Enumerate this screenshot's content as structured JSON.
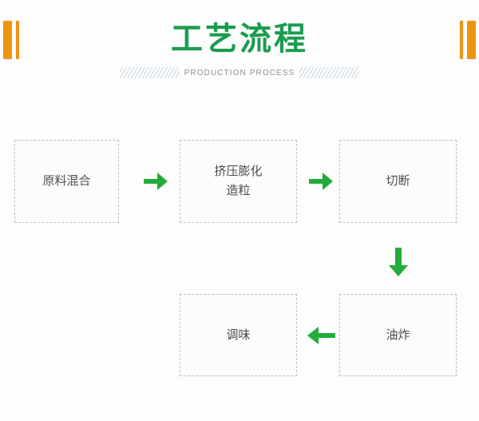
{
  "header": {
    "title": "工艺流程",
    "subtitle": "PRODUCTION PROCESS",
    "title_color": "#1B9C4F",
    "accent_bar_color": "#EE9410",
    "subtitle_color": "#8a9299",
    "hatch_color": "#b9cfdd"
  },
  "diagram": {
    "type": "flowchart",
    "arrow_color": "#22AC38",
    "node_border_color": "#c0c0c0",
    "node_text_color": "#4d4d4d",
    "background": "#fdfdfd",
    "nodes": [
      {
        "id": "mix",
        "label": "原料混合",
        "line1": "原料混合",
        "line2": ""
      },
      {
        "id": "extrude",
        "label": "挤压膨化造粒",
        "line1": "挤压膨化",
        "line2": "造粒"
      },
      {
        "id": "cut",
        "label": "切断",
        "line1": "切断",
        "line2": ""
      },
      {
        "id": "fry",
        "label": "油炸",
        "line1": "油炸",
        "line2": ""
      },
      {
        "id": "season",
        "label": "调味",
        "line1": "调味",
        "line2": ""
      }
    ],
    "connectors": [
      {
        "from": "mix",
        "to": "extrude",
        "direction": "right"
      },
      {
        "from": "extrude",
        "to": "cut",
        "direction": "right"
      },
      {
        "from": "cut",
        "to": "fry",
        "direction": "down"
      },
      {
        "from": "fry",
        "to": "season",
        "direction": "left"
      }
    ]
  }
}
